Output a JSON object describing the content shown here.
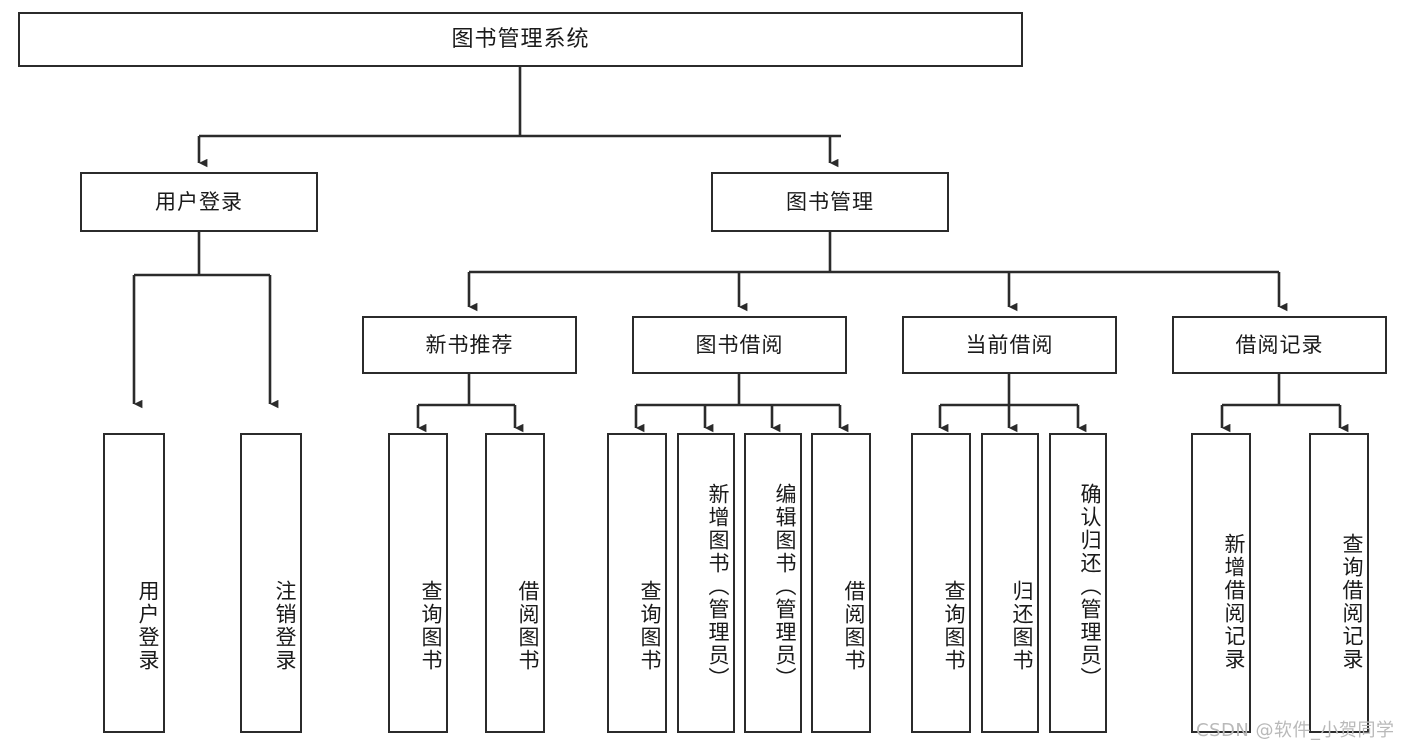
{
  "diagram": {
    "title": "图书管理系统",
    "type": "tree-hierarchy-chart",
    "orientation": "top-down",
    "box_border_color": "#2b2b2b",
    "box_fill_color": "#ffffff",
    "edge_color": "#2b2b2b",
    "background_color": "#ffffff"
  },
  "nodes": {
    "root": {
      "label": "图书管理系统"
    },
    "level2": [
      {
        "id": "user-login",
        "label": "用户登录"
      },
      {
        "id": "book-manage",
        "label": "图书管理"
      }
    ],
    "level3": [
      {
        "id": "new-book-recommend",
        "label": "新书推荐"
      },
      {
        "id": "book-borrow",
        "label": "图书借阅"
      },
      {
        "id": "current-borrow",
        "label": "当前借阅"
      },
      {
        "id": "borrow-record",
        "label": "借阅记录"
      }
    ],
    "leaves": {
      "user_login": [
        {
          "id": "leaf-user-login",
          "label": "用户登录"
        },
        {
          "id": "leaf-logout",
          "label": "注销登录"
        }
      ],
      "new_book_recommend": [
        {
          "id": "leaf-query-book-1",
          "label": "查询图书"
        },
        {
          "id": "leaf-borrow-book-1",
          "label": "借阅图书"
        }
      ],
      "book_borrow": [
        {
          "id": "leaf-query-book-2",
          "label": "查询图书"
        },
        {
          "id": "leaf-add-book",
          "label": "新增图书（管理员）"
        },
        {
          "id": "leaf-edit-book",
          "label": "编辑图书（管理员）"
        },
        {
          "id": "leaf-borrow-book-2",
          "label": "借阅图书"
        }
      ],
      "current_borrow": [
        {
          "id": "leaf-query-book-3",
          "label": "查询图书"
        },
        {
          "id": "leaf-return-book",
          "label": "归还图书"
        },
        {
          "id": "leaf-confirm-return",
          "label": "确认归还（管理员）"
        }
      ],
      "borrow_record": [
        {
          "id": "leaf-add-record",
          "label": "新增借阅记录"
        },
        {
          "id": "leaf-query-record",
          "label": "查询借阅记录"
        }
      ]
    }
  },
  "watermark": {
    "text": "CSDN @软件_小贺同学"
  }
}
